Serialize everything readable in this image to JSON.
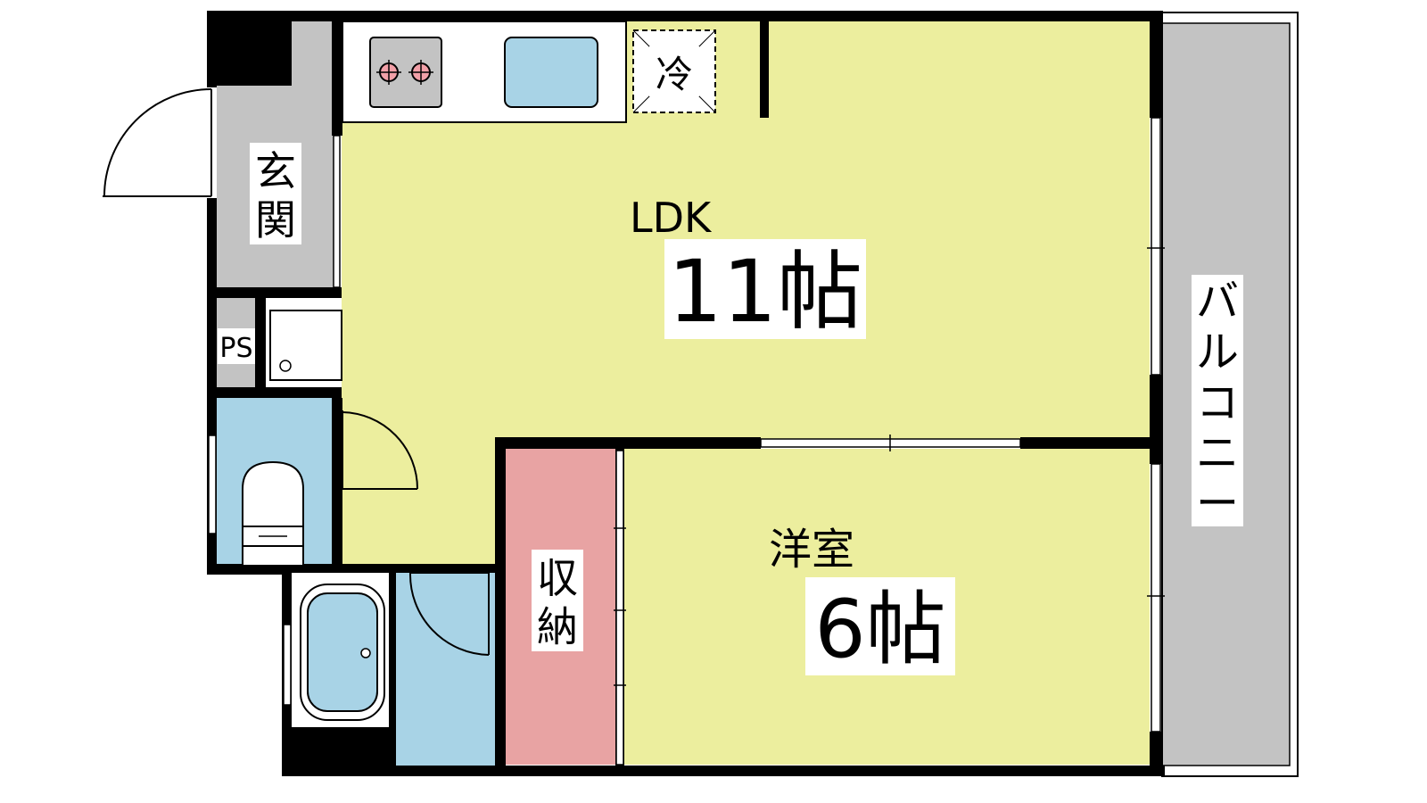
{
  "rooms": {
    "ldk": {
      "name": "LDK",
      "size": "11帖"
    },
    "western_room": {
      "name": "洋室",
      "size": "6帖"
    },
    "entrance": {
      "name": "玄関"
    },
    "storage": {
      "name": "収納"
    },
    "balcony": {
      "name": "バルコニー"
    },
    "pipe_space": {
      "name": "PS"
    },
    "fridge": {
      "name": "冷"
    }
  },
  "colors": {
    "floor": "#ecee9e",
    "water": "#a8d3e6",
    "storage": "#e8a3a3",
    "entrance": "#c3c3c3",
    "balcony": "#c3c3c3",
    "wall": "#000000",
    "burner": "#f2a0a8"
  }
}
